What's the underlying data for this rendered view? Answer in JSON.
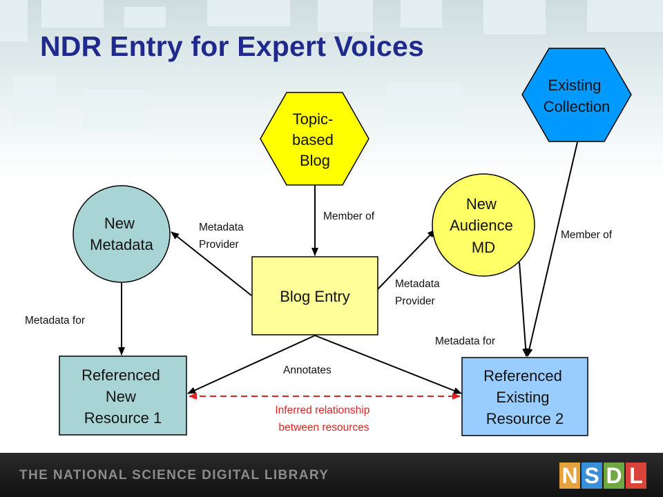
{
  "title": "NDR Entry for Expert Voices",
  "nodes": {
    "topic_blog": [
      "Topic-",
      "based",
      "Blog"
    ],
    "existing_collection": [
      "Existing",
      "Collection"
    ],
    "new_metadata": [
      "New",
      "Metadata"
    ],
    "new_audience_md": [
      "New",
      "Audience",
      "MD"
    ],
    "blog_entry": [
      "Blog Entry"
    ],
    "ref_new_resource": [
      "Referenced",
      "New",
      "Resource 1"
    ],
    "ref_existing_resource": [
      "Referenced",
      "Existing",
      "Resource 2"
    ]
  },
  "edges": {
    "member_of_blog": "Member of",
    "member_of_collection": "Member of",
    "metadata_provider_left": [
      "Metadata",
      "Provider"
    ],
    "metadata_provider_right": [
      "Metadata",
      "Provider"
    ],
    "metadata_for_left": "Metadata for",
    "metadata_for_right": "Metadata for",
    "annotates": "Annotates",
    "inferred": [
      "Inferred relationship",
      "between resources"
    ]
  },
  "footer": {
    "text": "THE NATIONAL SCIENCE DIGITAL LIBRARY",
    "logo": [
      {
        "letter": "N",
        "color": "#e6a23c"
      },
      {
        "letter": "S",
        "color": "#3a8fd6"
      },
      {
        "letter": "D",
        "color": "#6fa843"
      },
      {
        "letter": "L",
        "color": "#d9443a"
      }
    ]
  },
  "colors": {
    "title": "#1f2a8c",
    "topic_blog": "#ffff00",
    "existing_collection": "#0099ff",
    "new_metadata": "#a9d4d6",
    "new_audience_md": "#ffff66",
    "blog_entry": "#ffff99",
    "ref_new_resource": "#a9d4d6",
    "ref_existing_resource": "#99ccff",
    "inferred": "#e02020"
  }
}
